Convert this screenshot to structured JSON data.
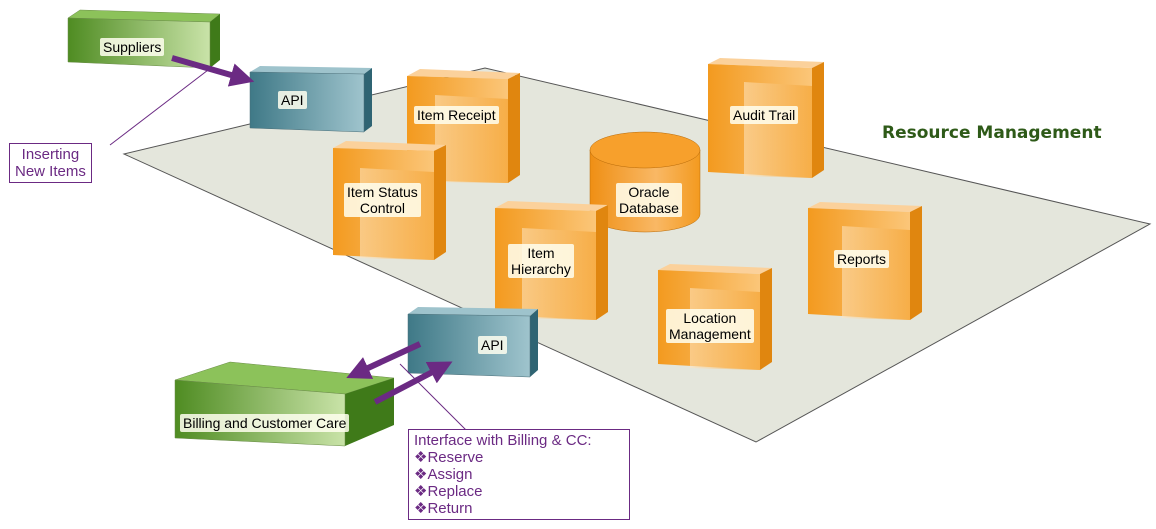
{
  "title": "Resource Management",
  "nodes": {
    "suppliers": "Suppliers",
    "api_top": "API",
    "item_receipt": "Item Receipt",
    "audit_trail": "Audit Trail",
    "item_status_control": [
      "Item Status",
      "Control"
    ],
    "oracle_database": [
      "Oracle",
      "Database"
    ],
    "item_hierarchy": [
      "Item",
      "Hierarchy"
    ],
    "reports": "Reports",
    "location_management": [
      "Location",
      "Management"
    ],
    "api_bottom": "API",
    "billing": "Billing and Customer Care"
  },
  "callouts": {
    "inserting": [
      "Inserting",
      "New Items"
    ],
    "interface": {
      "heading": "Interface with Billing & CC:",
      "items": [
        "❖Reserve",
        "❖Assign",
        "❖Replace",
        "❖Return"
      ]
    }
  },
  "colors": {
    "orange": "#f7a02c",
    "teal": "#4f8a99",
    "green": "#5e9e2c",
    "purple": "#6b2a83",
    "platform": "#e4e6dc",
    "title": "#2e5a18"
  }
}
